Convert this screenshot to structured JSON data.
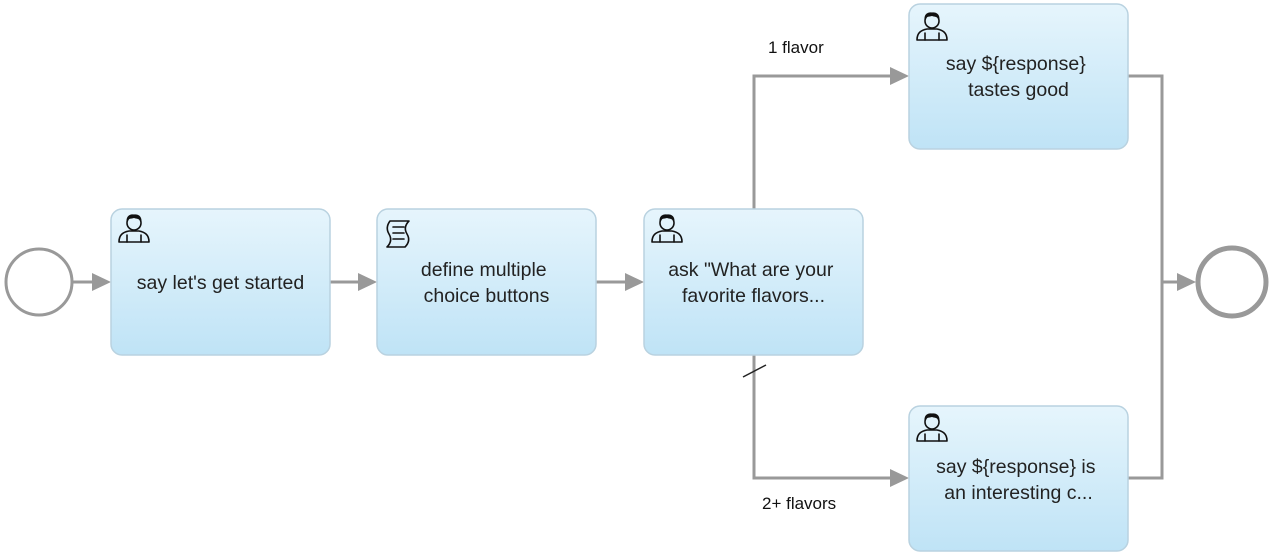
{
  "diagram": {
    "tasks": [
      {
        "id": "say_started",
        "type": "user",
        "icon": "user-icon",
        "lines": [
          "say let's get started"
        ]
      },
      {
        "id": "define_buttons",
        "type": "script",
        "icon": "script-icon",
        "lines": [
          "define multiple",
          "choice buttons"
        ]
      },
      {
        "id": "ask_flavors",
        "type": "user",
        "icon": "user-icon",
        "lines": [
          "ask \"What are your",
          "favorite flavors..."
        ]
      },
      {
        "id": "say_tastes_good",
        "type": "user",
        "icon": "user-icon",
        "lines": [
          "say ${response}",
          "tastes good"
        ]
      },
      {
        "id": "say_interesting",
        "type": "user",
        "icon": "user-icon",
        "lines": [
          "say ${response} is",
          "an interesting c..."
        ]
      }
    ],
    "flow_labels": {
      "one_flavor": "1 flavor",
      "two_plus_flavors": "2+ flavors"
    },
    "colors": {
      "task_fill_top": "#e6f5fc",
      "task_fill_bottom": "#bfe3f6",
      "task_border": "#b9d2e0",
      "flow_line": "#999999"
    }
  }
}
